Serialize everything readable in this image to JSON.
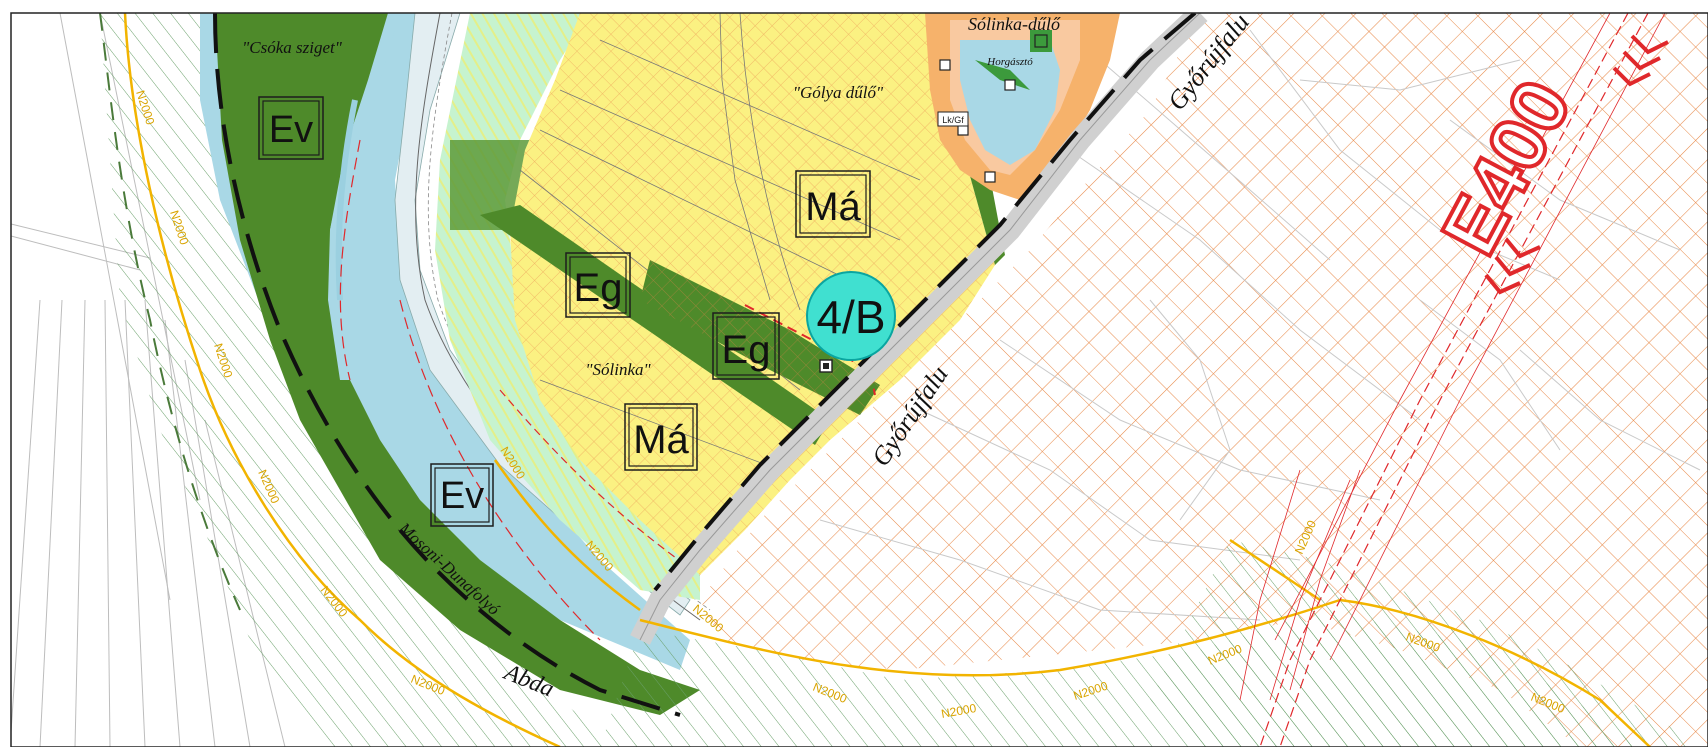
{
  "map": {
    "zones": {
      "ev_1": "Ev",
      "ev_2": "Ev",
      "eg_1": "Eg",
      "eg_2": "Eg",
      "ma_1": "Má",
      "ma_2": "Má"
    },
    "badge": "4/B",
    "corridor_label": "E400",
    "places": {
      "csoka": "\"Csóka sziget\"",
      "golya": "\"Gólya dűlő\"",
      "solinka_field": "\"Sólinka\"",
      "solinka_dulo": "Sólinka-dűlő",
      "horgaszto": "Horgásztó",
      "gyorujfalu_1": "Győrújfalu",
      "gyorujfalu_2": "Győrújfalu",
      "mosoni_duna": "Mosoni-Dunafolyó",
      "abda": "Abda"
    },
    "n2000_label": "N2000",
    "building_label": "Lk/Gf",
    "colors": {
      "forest_dark": "#4e8a2a",
      "river_blue": "#a9d8e6",
      "arable_yellow": "#fbf182",
      "mint": "#b6f0c8",
      "hatch_orange": "#e67e3c",
      "hatch_green": "#5f9a5f",
      "n2000_orange": "#f2b400",
      "badge_cyan": "#40e0d0",
      "corridor_red": "#e0282b"
    }
  }
}
